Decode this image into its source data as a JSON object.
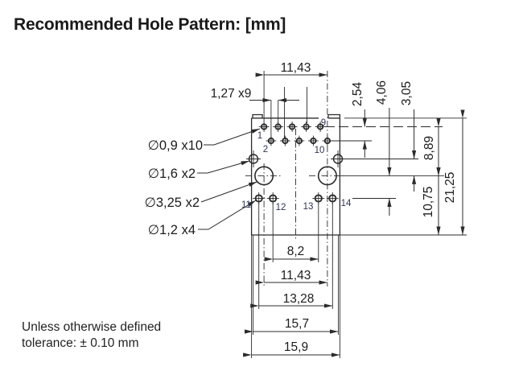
{
  "title": "Recommended Hole Pattern: [mm]",
  "note_line1": "Unless otherwise defined",
  "note_line2": "tolerance: ± 0.10 mm",
  "callouts": {
    "signal_holes": "∅0,9 x10",
    "shield_holes": "∅1,6 x2",
    "post_holes": "∅3,25 x2",
    "led_holes": "∅1,2 x4"
  },
  "dims": {
    "top_span": "11,43",
    "pitch": "1,27 x9",
    "row_offset": "2,54",
    "post_to_led": "4,06",
    "shield_to_post": "3,05",
    "row_to_post": "8,89",
    "post_to_edge": "10,75",
    "total_height": "21,25",
    "led_inner_span": "8,2",
    "post_span": "11,43",
    "led_outer_span": "13,28",
    "inner_width": "15,7",
    "outer_width": "15,9"
  },
  "pins": {
    "n1": "1",
    "n2": "2",
    "n9": "9",
    "n10": "10",
    "n11": "11",
    "n12": "12",
    "n13": "13",
    "n14": "14"
  },
  "colors": {
    "line": "#2b2b2b",
    "text": "#1c1c1c",
    "pin_text": "#2e3550"
  }
}
